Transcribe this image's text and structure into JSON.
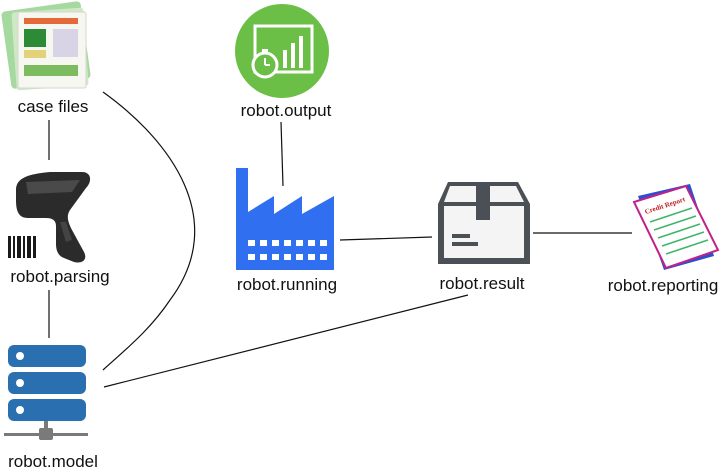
{
  "nodes": {
    "case_files": {
      "label": "case files",
      "icon": "case-files-icon"
    },
    "robot_output": {
      "label": "robot.output",
      "icon": "stopwatch-chart-icon"
    },
    "robot_parsing": {
      "label": "robot.parsing",
      "icon": "barcode-scanner-icon"
    },
    "robot_running": {
      "label": "robot.running",
      "icon": "factory-icon"
    },
    "robot_result": {
      "label": "robot.result",
      "icon": "package-box-icon"
    },
    "robot_reporting": {
      "label": "robot.reporting",
      "icon": "credit-report-icon",
      "icon_text": "Credit Report"
    },
    "robot_model": {
      "label": "robot.model",
      "icon": "server-stack-icon"
    }
  },
  "colors": {
    "green": "#6bbf46",
    "factory_blue": "#2f6ff0",
    "server_blue": "#2a6fb0",
    "box_gray": "#4a5055",
    "report_pink": "#c0228a",
    "line": "#111111"
  }
}
